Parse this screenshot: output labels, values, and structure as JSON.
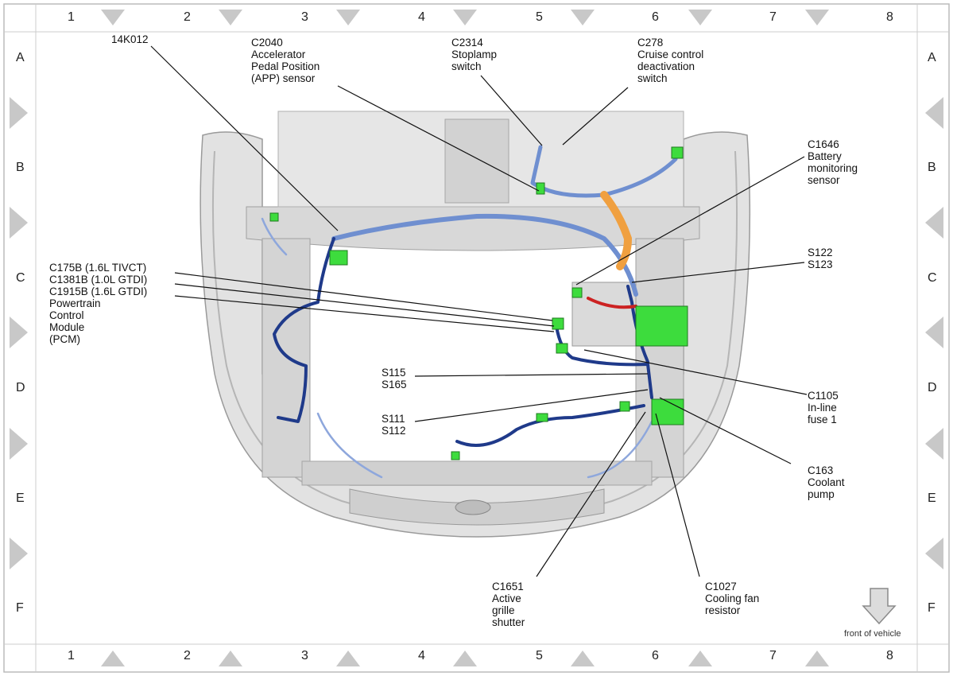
{
  "grid": {
    "columns": [
      "1",
      "2",
      "3",
      "4",
      "5",
      "6",
      "7",
      "8"
    ],
    "rows": [
      "A",
      "B",
      "C",
      "D",
      "E",
      "F"
    ]
  },
  "labels": {
    "l14k012": "14K012",
    "c2040": [
      "C2040",
      "Accelerator",
      "Pedal Position",
      "(APP) sensor"
    ],
    "c2314": [
      "C2314",
      "Stoplamp",
      "switch"
    ],
    "c278": [
      "C278",
      "Cruise control",
      "deactivation",
      "switch"
    ],
    "c1646": [
      "C1646",
      "Battery",
      "monitoring",
      "sensor"
    ],
    "s122": [
      "S122",
      "S123"
    ],
    "pcm": [
      "C175B (1.6L TIVCT)",
      "C1381B (1.0L GTDI)",
      "C1915B (1.6L GTDI)",
      "Powertrain",
      "Control",
      "Module",
      "(PCM)"
    ],
    "s115": [
      "S115",
      "S165"
    ],
    "s111": [
      "S111",
      "S112"
    ],
    "c1105": [
      "C1105",
      "In-line",
      "fuse 1"
    ],
    "c163": [
      "C163",
      "Coolant",
      "pump"
    ],
    "c1651": [
      "C1651",
      "Active",
      "grille",
      "shutter"
    ],
    "c1027": [
      "C1027",
      "Cooling fan",
      "resistor"
    ]
  },
  "front_caption": "front of vehicle",
  "colors": {
    "harness_light": "#6f8fd0",
    "harness_dark": "#1f3a8a",
    "connector": "#3ddc3d",
    "battery_cable": "#cc2222",
    "vehicle_body": "#dcdcdc"
  }
}
